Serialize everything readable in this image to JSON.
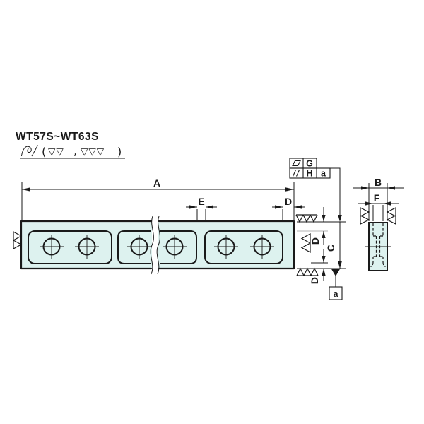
{
  "title": "WT57S~WT63S",
  "surface_finish_note": {
    "bracket_open": "(",
    "grade_medium": "▽▽",
    "separator": ",",
    "grade_fine": "▽▽▽",
    "bracket_close": ")"
  },
  "tolerance_frame": {
    "flatness_symbol": "flatness-parallelogram",
    "flatness_value": "G",
    "parallelism_symbol": "parallelism-slashes",
    "parallelism_value": "H",
    "parallelism_datum": "a"
  },
  "dimensions": {
    "length": "A",
    "width": "B",
    "height": "C",
    "edge": "D",
    "spacing": "E",
    "slot_width": "F"
  },
  "datum_label": "a",
  "colors": {
    "part_fill": "#ddf2ef",
    "line": "#1a1a1a",
    "background": "#ffffff"
  }
}
